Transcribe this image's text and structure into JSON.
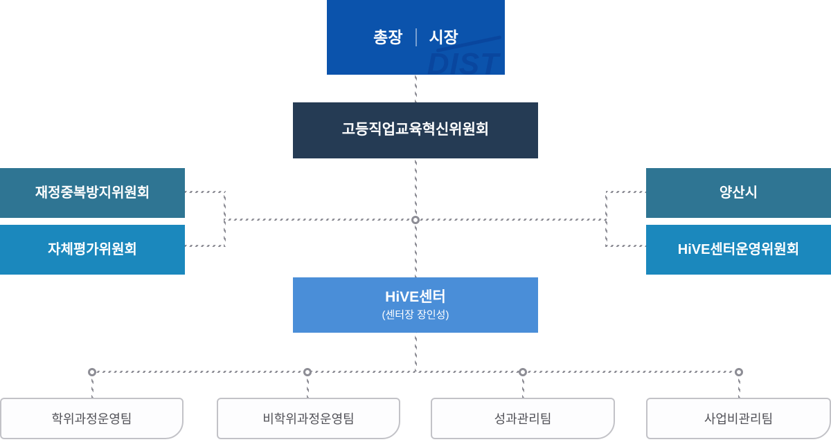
{
  "org_chart": {
    "root": {
      "left_label": "총장",
      "right_label": "시장",
      "watermark": "DIST"
    },
    "committee": {
      "label": "고등직업교육혁신위원회"
    },
    "left_branch": [
      {
        "label": "재정중복방지위원회"
      },
      {
        "label": "자체평가위원회"
      }
    ],
    "right_branch": [
      {
        "label": "양산시"
      },
      {
        "label": "HiVE센터운영위원회"
      }
    ],
    "center": {
      "label": "HiVE센터",
      "sublabel": "(센터장 장인성)"
    },
    "teams": [
      {
        "label": "학위과정운영팀"
      },
      {
        "label": "비학위과정운영팀"
      },
      {
        "label": "성과관리팀"
      },
      {
        "label": "사업비관리팀"
      }
    ],
    "colors": {
      "root_blue": "#0b53ac",
      "committee_navy": "#253b54",
      "branch_teal": "#2f7593",
      "branch_blue": "#1b88bd",
      "center_blue": "#4a8ed8",
      "connector_gray": "#8d8d95",
      "team_border": "#c2c2c7",
      "team_text": "#515157"
    }
  }
}
